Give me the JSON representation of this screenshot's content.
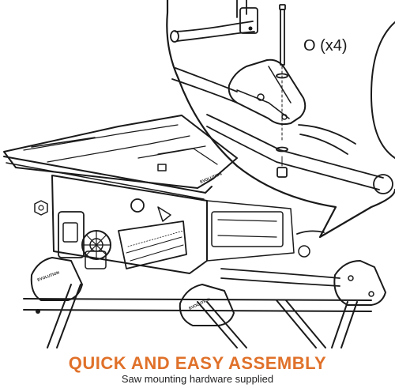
{
  "diagram": {
    "part_label": "O (x4)",
    "brand_mark": "EVOLUTION"
  },
  "caption": {
    "headline": "QUICK AND EASY ASSEMBLY",
    "subtext": "Saw mounting hardware supplied"
  },
  "colors": {
    "headline": "#e0712a",
    "ink": "#1a1a1a",
    "background": "#ffffff"
  }
}
